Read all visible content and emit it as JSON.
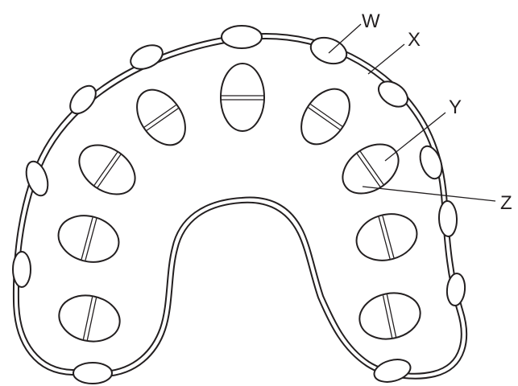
{
  "labels": {
    "w": "W",
    "x": "X",
    "y": "Y",
    "z": "Z"
  },
  "colors": {
    "stroke": "#231f20",
    "background": "#ffffff"
  }
}
